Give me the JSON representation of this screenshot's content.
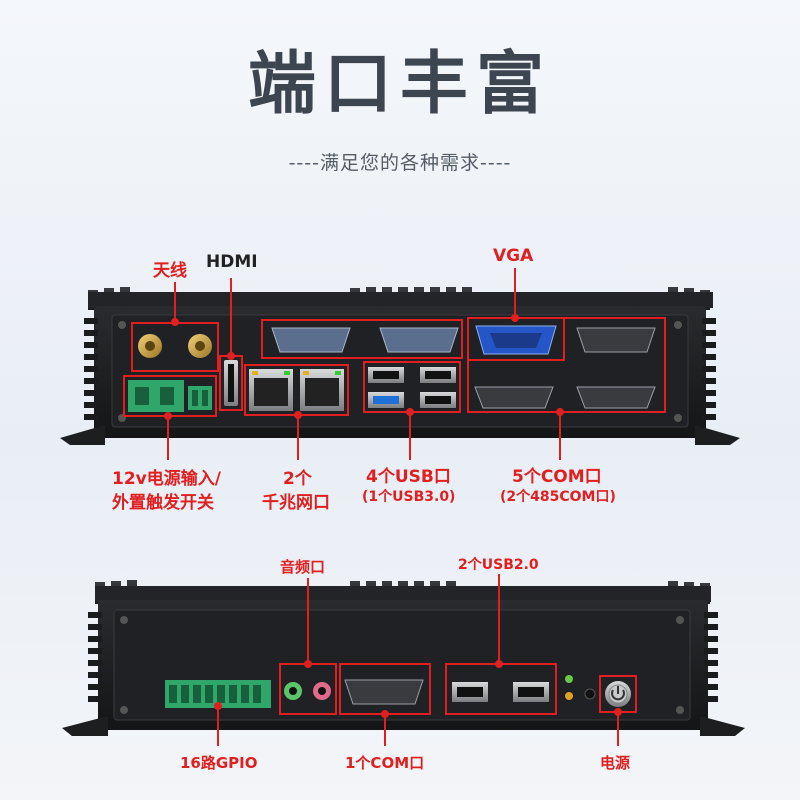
{
  "header": {
    "title": "端口丰富",
    "subtitle": "----满足您的各种需求----"
  },
  "front_panel": {
    "labels": {
      "antenna": "天线",
      "hdmi": "HDMI",
      "vga": "VGA",
      "power_input_line1": "12v电源输入/",
      "power_input_line2": "外置触发开关",
      "lan_line1": "2个",
      "lan_line2": "千兆网口",
      "usb_line1": "4个USB口",
      "usb_line2": "(1个USB3.0)",
      "com_line1": "5个COM口",
      "com_line2": "(2个485COM口)"
    }
  },
  "rear_panel": {
    "labels": {
      "audio": "音频口",
      "usb2": "2个USB2.0",
      "gpio": "16路GPIO",
      "com": "1个COM口",
      "power": "电源"
    }
  },
  "colors": {
    "accent": "#e02020",
    "chassis": "#1c1d1f",
    "title": "#3d4550",
    "vga_blue": "#2456c8",
    "usb3_blue": "#1e6fd6",
    "terminal_green": "#2fa66a"
  }
}
